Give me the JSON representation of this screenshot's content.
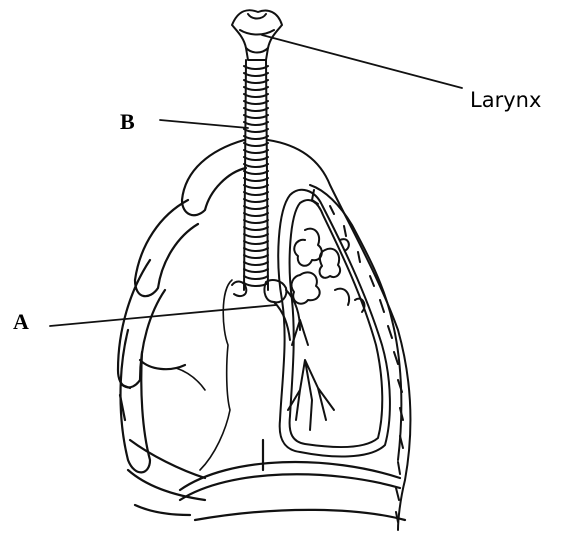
{
  "labels": {
    "larynx": "Larynx",
    "b": "B",
    "a": "A"
  },
  "colors": {
    "ink": "#111111",
    "background": "#ffffff"
  }
}
